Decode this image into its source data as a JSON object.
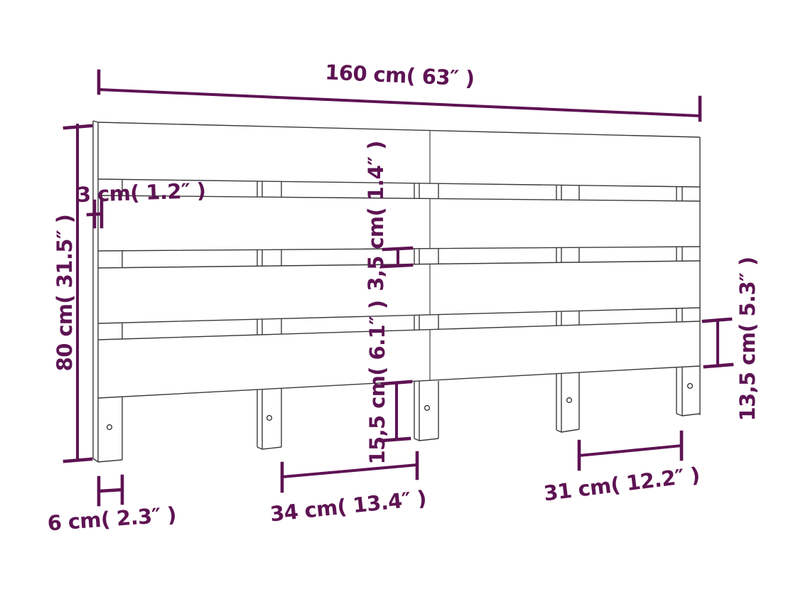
{
  "diagram": {
    "title": "Headboard dimension drawing",
    "colors": {
      "dimension": "#5e1353",
      "drawing": "#3a3a3a",
      "background": "#ffffff"
    },
    "dimensions": {
      "overall_width": {
        "label": "160 cm( 63″ )",
        "cm": "160",
        "inch": "63"
      },
      "overall_height": {
        "label": "80 cm( 31.5″ )",
        "cm": "80",
        "inch": "31.5"
      },
      "board_thickness": {
        "label": "3 cm( 1.2″ )",
        "cm": "3",
        "inch": "1.2"
      },
      "slat_gap": {
        "label": "3,5 cm( 1.4″ )",
        "cm": "3,5",
        "inch": "1.4"
      },
      "leg_length": {
        "label": "15,5 cm( 6.1″ )",
        "cm": "15,5",
        "inch": "6.1"
      },
      "slat_width": {
        "label": "13,5 cm( 5.3″ )",
        "cm": "13,5",
        "inch": "5.3"
      },
      "leg_width": {
        "label": "6 cm( 2.3″ )",
        "cm": "6",
        "inch": "2.3"
      },
      "leg_spacing_mid": {
        "label": "34 cm( 13.4″ )",
        "cm": "34",
        "inch": "13.4"
      },
      "leg_spacing_right": {
        "label": "31 cm( 12.2″ )",
        "cm": "31",
        "inch": "12.2"
      }
    }
  }
}
